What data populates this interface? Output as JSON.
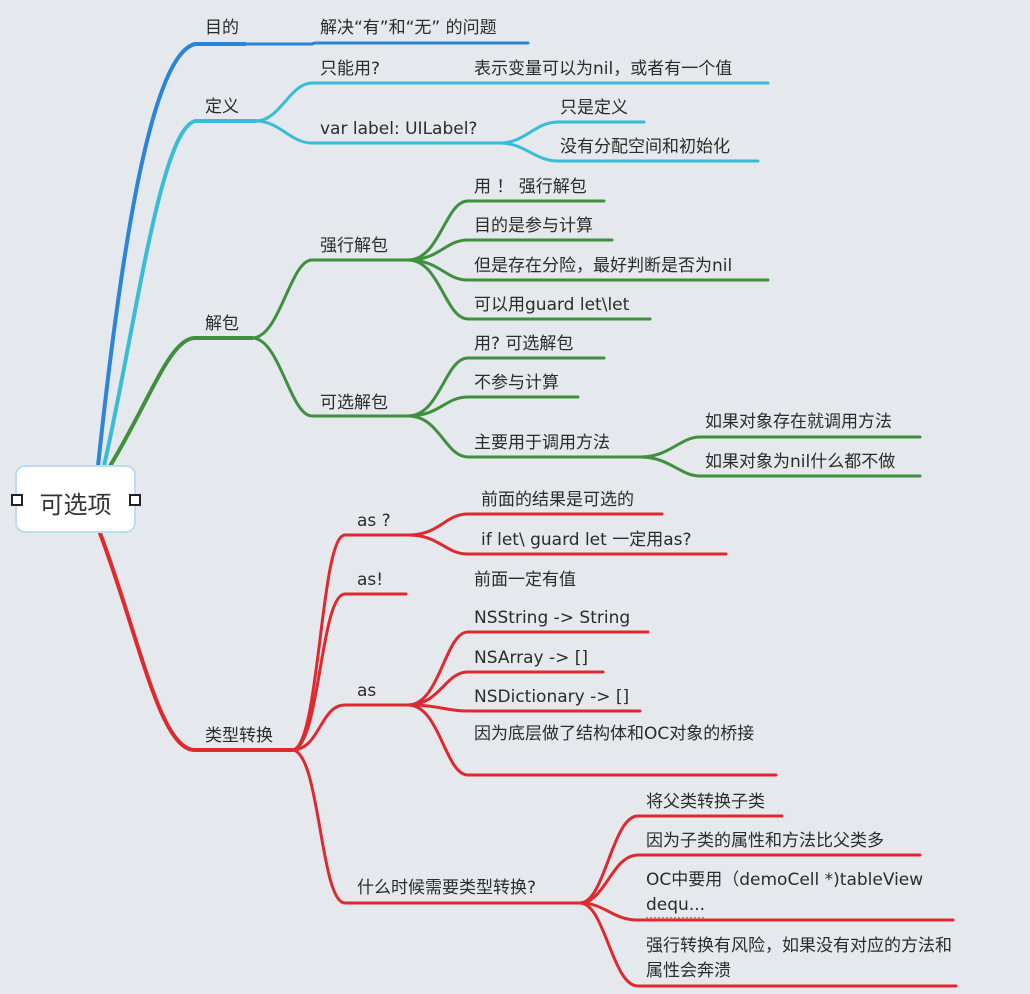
{
  "colors": {
    "blue": "#2a84d8",
    "cyan": "#38bdd8",
    "green": "#3e8f3e",
    "red": "#dd2a2e"
  },
  "root": {
    "label": "可选项"
  },
  "nodes": {
    "purpose": "目的",
    "purpose_desc": "解决“有”和“无” 的问题",
    "definition": "定义",
    "only_use": "只能用?",
    "only_use_desc": "表示变量可以为nil，或者有一个值",
    "var_label": "var label: UILabel?",
    "just_define": "只是定义",
    "no_alloc": "没有分配空间和初始化",
    "unwrap": "解包",
    "force_unwrap": "强行解包",
    "force_1": "用 ！ 强行解包",
    "force_2": "目的是参与计算",
    "force_3": "但是存在分险，最好判断是否为nil",
    "force_4": "可以用guard let\\let",
    "optional_unwrap": "可选解包",
    "opt_1": "用?   可选解包",
    "opt_2": "不参与计算",
    "opt_3": "主要用于调用方法",
    "opt_3a": "如果对象存在就调用方法",
    "opt_3b": "如果对象为nil什么都不做",
    "type_cast": "类型转换",
    "as_q": "as ?",
    "as_q_1": "前面的结果是可选的",
    "as_q_2": "if let\\ guard let 一定用as?",
    "as_bang": "as!",
    "as_bang_1": "前面一定有值",
    "as": "as",
    "as_1": "NSString -> String",
    "as_2": "NSArray -> []",
    "as_3": "NSDictionary -> []",
    "as_4": "因为底层做了结构体和OC对象的桥接",
    "when": "什么时候需要类型转换?",
    "when_1": "将父类转换子类",
    "when_2": "因为子类的属性和方法比父类多",
    "when_3": "OC中要用（demoCell *)tableView dequ...",
    "when_4": "强行转换有风险，如果没有对应的方法和属性会奔溃"
  }
}
